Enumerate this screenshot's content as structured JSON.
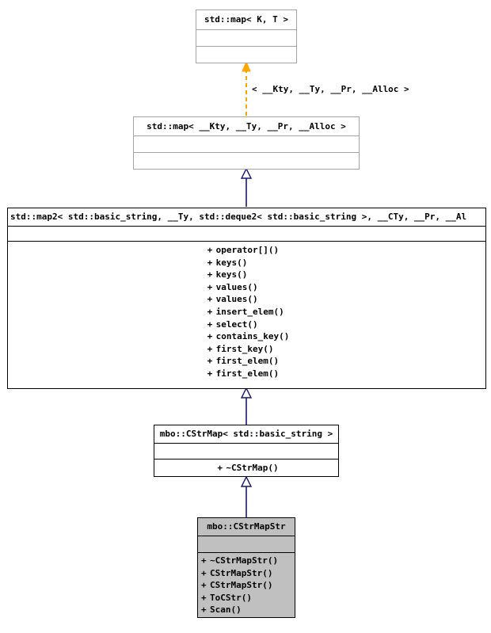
{
  "diagram": {
    "type": "uml-class-inheritance",
    "title_text": "Inheritance diagram",
    "colors": {
      "node_fill": "#ffffff",
      "highlight_fill": "#c0c0c0",
      "border_gray": "#a3a3a3",
      "border_black": "#000000",
      "inheritance_edge": "#191970",
      "template_edge": "#ffa500",
      "text": "#000000"
    },
    "nodes": [
      {
        "id": "std_map_kt",
        "title": "std::map< K, T >",
        "fill": "white",
        "border": "gray",
        "attributes": [],
        "operations": []
      },
      {
        "id": "std_map_kty",
        "title": "std::map< __Kty, __Ty, __Pr, __Alloc >",
        "fill": "white",
        "border": "gray",
        "attributes": [],
        "operations": []
      },
      {
        "id": "std_map2",
        "title": "std::map2< std::basic_string, __Ty, std::deque2< std::basic_string >, __CTy, __Pr, __Al",
        "fill": "white",
        "border": "black",
        "attributes": [],
        "operations": [
          {
            "visibility": "+",
            "name": "operator[]()"
          },
          {
            "visibility": "+",
            "name": "keys()"
          },
          {
            "visibility": "+",
            "name": "keys()"
          },
          {
            "visibility": "+",
            "name": "values()"
          },
          {
            "visibility": "+",
            "name": "values()"
          },
          {
            "visibility": "+",
            "name": "insert_elem()"
          },
          {
            "visibility": "+",
            "name": "select()"
          },
          {
            "visibility": "+",
            "name": "contains_key()"
          },
          {
            "visibility": "+",
            "name": "first_key()"
          },
          {
            "visibility": "+",
            "name": "first_elem()"
          },
          {
            "visibility": "+",
            "name": "first_elem()"
          }
        ]
      },
      {
        "id": "cstrmap",
        "title": "mbo::CStrMap< std::basic_string >",
        "fill": "white",
        "border": "black",
        "attributes": [],
        "operations": [
          {
            "visibility": "+",
            "name": "~CStrMap()"
          }
        ]
      },
      {
        "id": "cstrmapstr",
        "title": "mbo::CStrMapStr",
        "fill": "gray",
        "border": "black",
        "attributes": [],
        "operations": [
          {
            "visibility": "+",
            "name": "~CStrMapStr()"
          },
          {
            "visibility": "+",
            "name": "CStrMapStr()"
          },
          {
            "visibility": "+",
            "name": "CStrMapStr()"
          },
          {
            "visibility": "+",
            "name": "ToCStr()"
          },
          {
            "visibility": "+",
            "name": "Scan()"
          }
        ]
      }
    ],
    "edges": [
      {
        "id": "edge-template-binding",
        "from": "std_map_kty",
        "to": "std_map_kt",
        "kind": "template-binding",
        "style": "dashed",
        "color": "#ffa500",
        "arrow": "filled-open",
        "label": "< __Kty, __Ty, __Pr, __Alloc >"
      },
      {
        "id": "edge-inherit-map2",
        "from": "std_map2",
        "to": "std_map_kty",
        "kind": "inheritance",
        "style": "solid",
        "color": "#191970",
        "arrow": "hollow-triangle",
        "label": ""
      },
      {
        "id": "edge-inherit-cstrmap",
        "from": "cstrmap",
        "to": "std_map2",
        "kind": "inheritance",
        "style": "solid",
        "color": "#191970",
        "arrow": "hollow-triangle",
        "label": ""
      },
      {
        "id": "edge-inherit-cstrmapstr",
        "from": "cstrmapstr",
        "to": "cstrmap",
        "kind": "inheritance",
        "style": "solid",
        "color": "#191970",
        "arrow": "hollow-triangle",
        "label": ""
      }
    ]
  }
}
